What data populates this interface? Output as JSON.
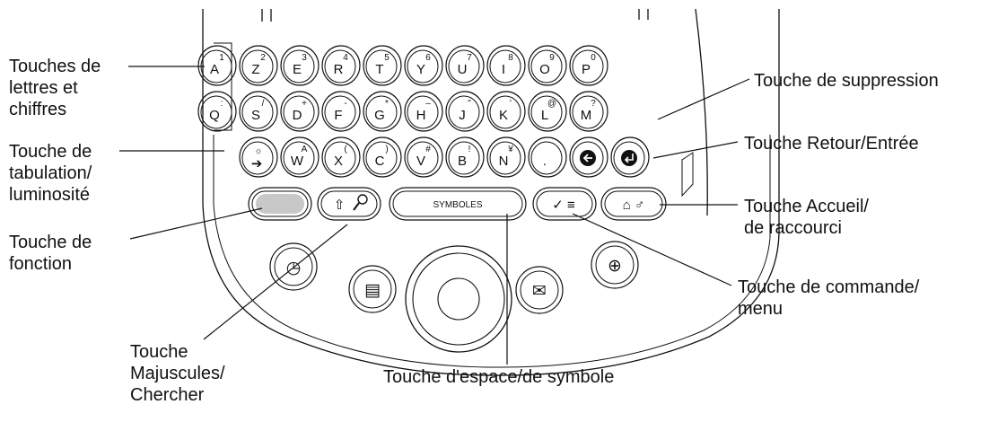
{
  "keys": {
    "row1": [
      {
        "main": "A",
        "sub": "1"
      },
      {
        "main": "Z",
        "sub": "2"
      },
      {
        "main": "E",
        "sub": "3"
      },
      {
        "main": "R",
        "sub": "4"
      },
      {
        "main": "T",
        "sub": "5"
      },
      {
        "main": "Y",
        "sub": "6"
      },
      {
        "main": "U",
        "sub": "7"
      },
      {
        "main": "I",
        "sub": "8"
      },
      {
        "main": "O",
        "sub": "9"
      },
      {
        "main": "P",
        "sub": "0"
      }
    ],
    "row2": [
      {
        "main": "Q",
        "sub": ":"
      },
      {
        "main": "S",
        "sub": "/"
      },
      {
        "main": "D",
        "sub": "+"
      },
      {
        "main": "F",
        "sub": "-"
      },
      {
        "main": "G",
        "sub": "*"
      },
      {
        "main": "H",
        "sub": "–"
      },
      {
        "main": "J",
        "sub": "\""
      },
      {
        "main": "K",
        "sub": "'"
      },
      {
        "main": "L",
        "sub": "@"
      },
      {
        "main": "M",
        "sub": "?"
      }
    ],
    "row3": [
      {
        "main": "",
        "sub": "",
        "icon": "tab-brightness-icon"
      },
      {
        "main": "W",
        "sub": "A"
      },
      {
        "main": "X",
        "sub": "("
      },
      {
        "main": "C",
        "sub": ")"
      },
      {
        "main": "V",
        "sub": "#"
      },
      {
        "main": "B",
        "sub": "!"
      },
      {
        "main": "N",
        "sub": "¥"
      },
      {
        "main": ".",
        "sub": ""
      },
      {
        "main": "",
        "sub": "",
        "icon": "backspace-arrow-icon"
      },
      {
        "main": "",
        "sub": "",
        "icon": "return-arrow-icon"
      }
    ],
    "space_label": "SYMBOLES"
  },
  "icons": [
    "function-key-icon",
    "shift-find-icon",
    "command-menu-icon",
    "home-favorite-icon",
    "calendar-app-icon",
    "contacts-app-icon",
    "navigation-pad-icon",
    "messaging-app-icon",
    "web-app-icon"
  ],
  "labels": {
    "letters": [
      "Touches de",
      "lettres et",
      "chiffres"
    ],
    "tab": [
      "Touche de",
      "tabulation/",
      "luminosité"
    ],
    "function": [
      "Touche de",
      "fonction"
    ],
    "shift": [
      "Touche",
      "Majuscules/",
      "Chercher"
    ],
    "space": [
      "Touche d'espace/de symbole"
    ],
    "delete": [
      "Touche de suppression"
    ],
    "return": [
      "Touche Retour/Entrée"
    ],
    "home": [
      "Touche Accueil/",
      "de raccourci"
    ],
    "command": [
      "Touche de commande/",
      "menu"
    ]
  }
}
